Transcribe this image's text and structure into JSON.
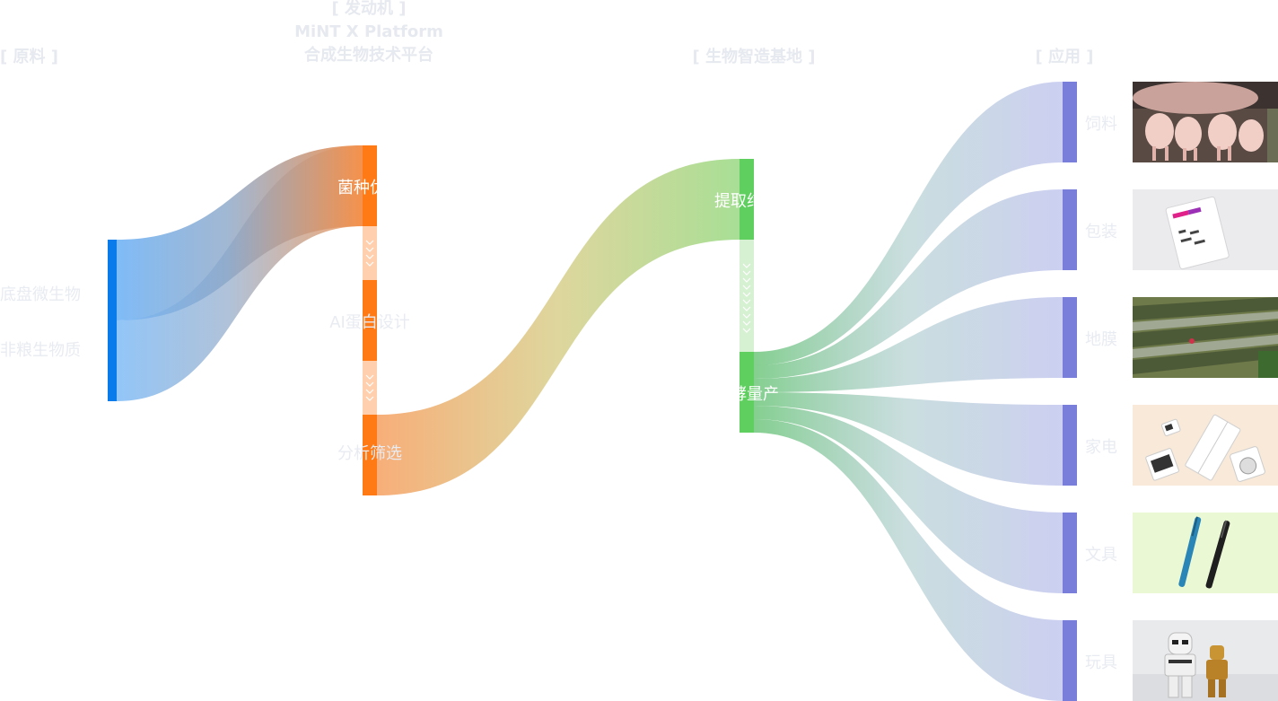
{
  "headers": {
    "raw": "[ 原料 ]",
    "engine_bracket": "[ 发动机 ]",
    "engine_name": "MiNT X Platform",
    "engine_desc": "合成生物技术平台",
    "base": "[ 生物智造基地 ]",
    "apps": "[ 应用 ]"
  },
  "sources": [
    "底盘微生物",
    "非粮生物质"
  ],
  "engine_nodes": [
    "菌种优化",
    "AI蛋白设计",
    "分析筛选"
  ],
  "base_nodes": [
    "提取纯化",
    "发酵量产"
  ],
  "applications": [
    {
      "label": "饲料",
      "image": "piglets-photo"
    },
    {
      "label": "包装",
      "image": "packaging-bag-photo"
    },
    {
      "label": "地膜",
      "image": "mulch-film-field-photo"
    },
    {
      "label": "家电",
      "image": "home-appliances-photo"
    },
    {
      "label": "文具",
      "image": "pens-photo"
    },
    {
      "label": "玩具",
      "image": "toy-figures-photo"
    }
  ],
  "colors": {
    "source_blue": "#0a7bea",
    "engine_orange": "#ff7a14",
    "base_green": "#5fcf5f",
    "app_purple": "#7a7edb",
    "header_gray": "#e6e9ef"
  }
}
